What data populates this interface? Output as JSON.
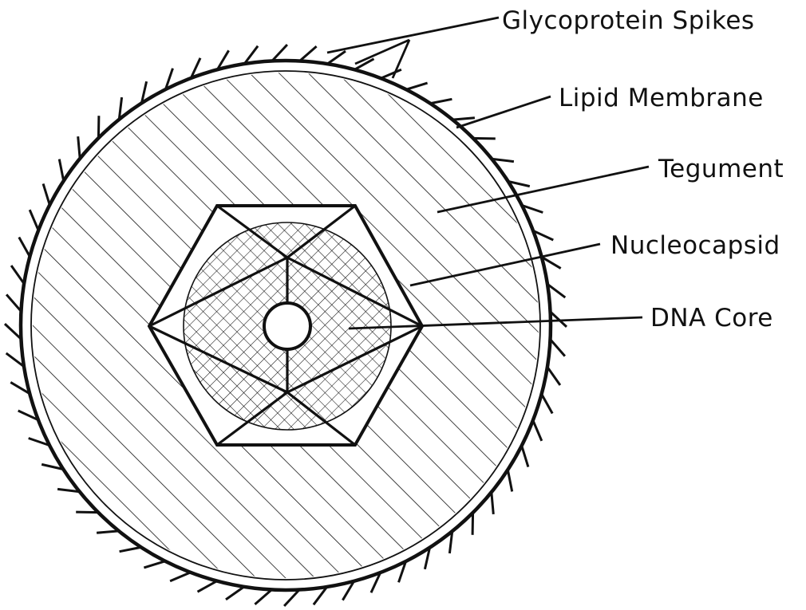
{
  "labels": {
    "glycoprotein_spikes": "Glycoprotein Spikes",
    "lipid_membrane": "Lipid Membrane",
    "tegument": "Tegument",
    "nucleocapsid": "Nucleocapsid",
    "dna_core": "DNA Core"
  },
  "colors": {
    "ink": "#111111",
    "background": "#ffffff"
  }
}
